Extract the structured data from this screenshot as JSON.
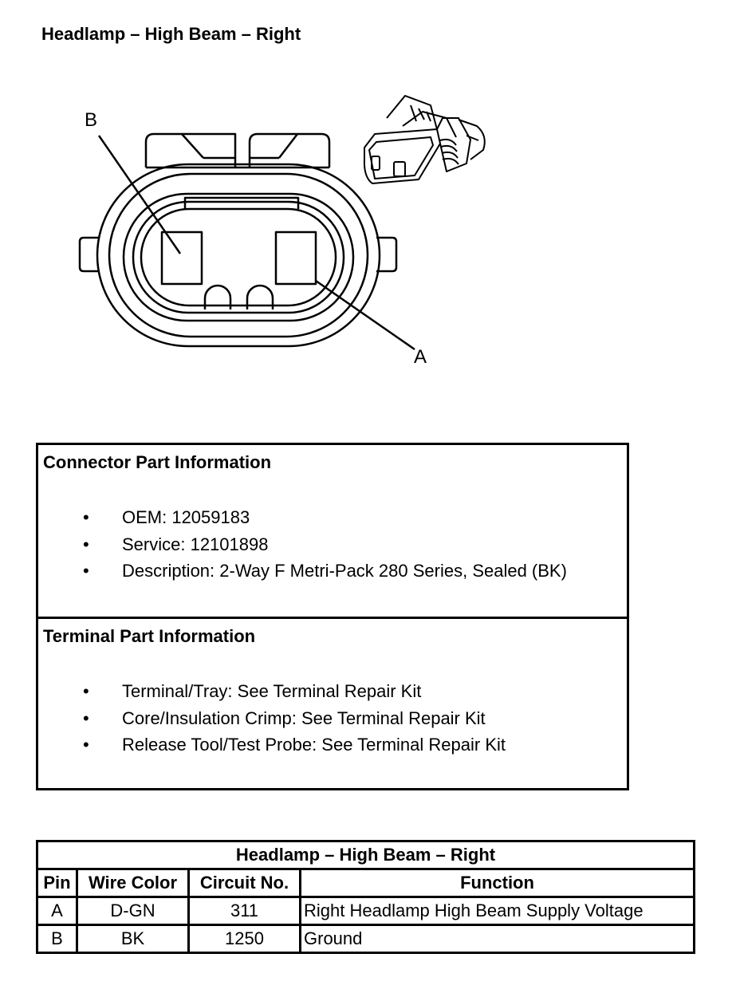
{
  "page_title": "Headlamp – High Beam – Right",
  "diagram": {
    "pin_b_label": "B",
    "pin_a_label": "A"
  },
  "connector_info": {
    "heading": "Connector Part Information",
    "bullet": "•",
    "items": [
      "OEM: 12059183",
      "Service: 12101898",
      "Description: 2-Way F Metri-Pack 280 Series, Sealed (BK)"
    ]
  },
  "terminal_info": {
    "heading": "Terminal Part Information",
    "items": [
      "Terminal/Tray: See Terminal Repair Kit",
      "Core/Insulation Crimp: See Terminal Repair Kit",
      "Release Tool/Test Probe: See Terminal Repair Kit"
    ]
  },
  "pin_table": {
    "title": "Headlamp – High Beam – Right",
    "headers": [
      "Pin",
      "Wire Color",
      "Circuit No.",
      "Function"
    ],
    "rows": [
      [
        "A",
        "D-GN",
        "311",
        "Right Headlamp High Beam Supply Voltage"
      ],
      [
        "B",
        "BK",
        "1250",
        "Ground"
      ]
    ]
  }
}
